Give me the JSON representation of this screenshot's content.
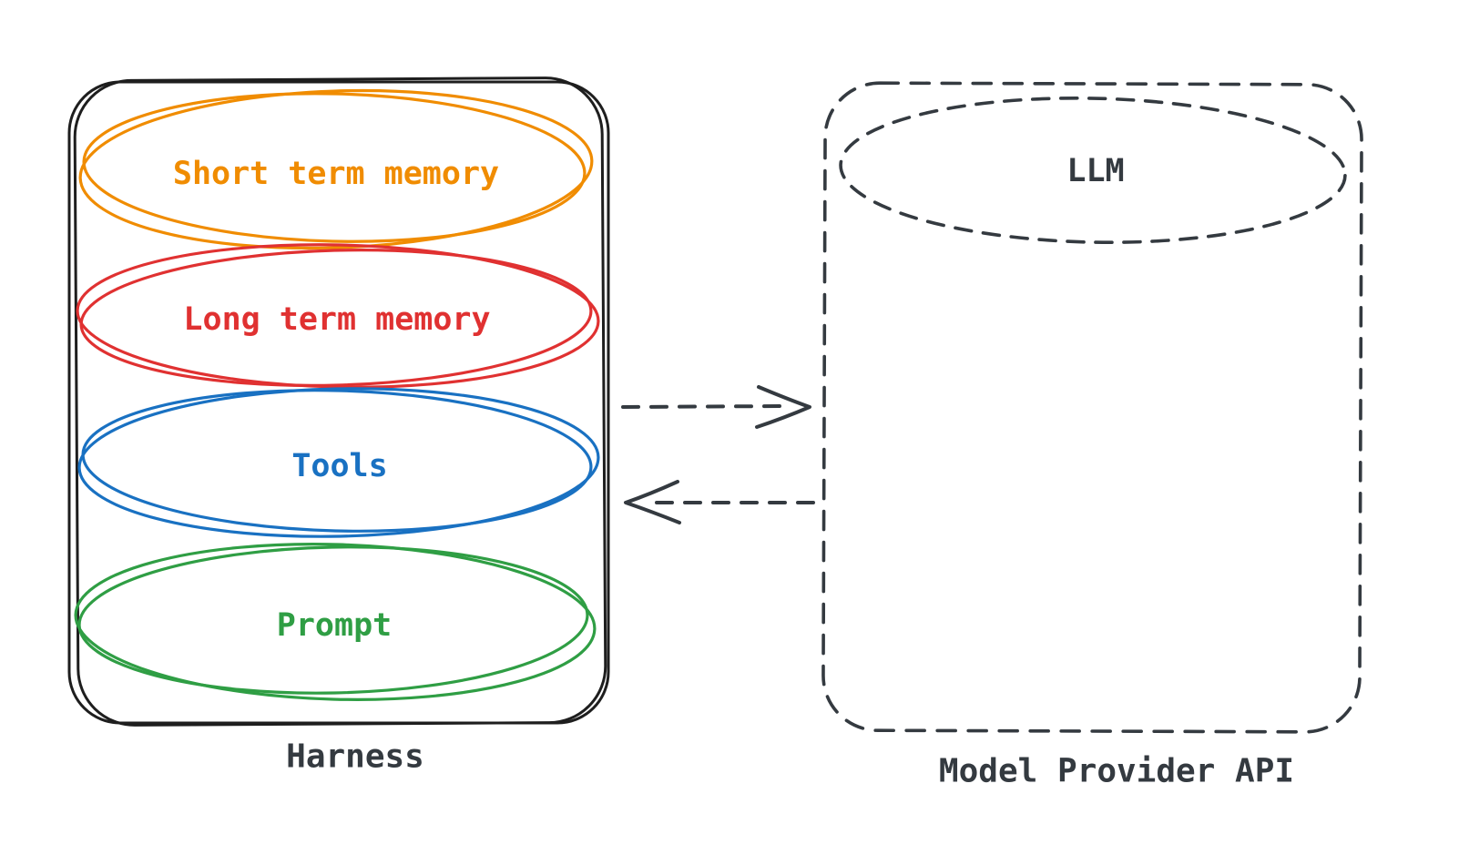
{
  "canvas": {
    "background": "#ffffff",
    "label_color": "#343a40",
    "arrow_color": "#343a40"
  },
  "harness": {
    "label": "Harness",
    "outline_color": "#1e1e1e",
    "components": [
      {
        "id": "short-term-memory",
        "label": "Short term memory",
        "color": "#f08c00"
      },
      {
        "id": "long-term-memory",
        "label": "Long term memory",
        "color": "#e03131"
      },
      {
        "id": "tools",
        "label": "Tools",
        "color": "#1971c2"
      },
      {
        "id": "prompt",
        "label": "Prompt",
        "color": "#2f9e44"
      }
    ]
  },
  "model_provider": {
    "label": "Model Provider API",
    "outline_color": "#343a40",
    "llm": {
      "label": "LLM"
    }
  },
  "arrows": [
    {
      "id": "harness-to-provider",
      "from": "Harness",
      "to": "Model Provider API",
      "direction": "right",
      "style": "dashed"
    },
    {
      "id": "provider-to-harness",
      "from": "Model Provider API",
      "to": "Harness",
      "direction": "left",
      "style": "dashed"
    }
  ]
}
